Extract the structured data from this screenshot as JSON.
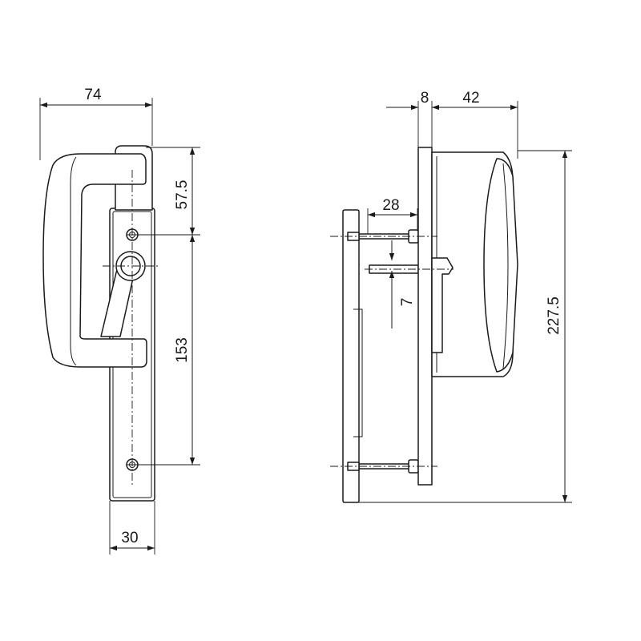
{
  "dimensions": {
    "front_width": "74",
    "top_to_hole": "57.5",
    "hole_spacing": "153",
    "plate_width": "30",
    "plate_thickness": "8",
    "handle_depth": "42",
    "pin_length": "28",
    "spindle_offset": "7",
    "overall_height": "227.5"
  }
}
